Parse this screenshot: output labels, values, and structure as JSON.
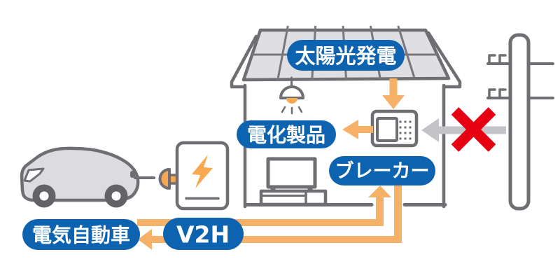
{
  "diagram": {
    "labels": {
      "solar": "太陽光発電",
      "appliances": "電化製品",
      "breaker": "ブレーカー",
      "ev": "電気自動車",
      "v2h": "V2H"
    },
    "colors": {
      "label_bg": "#0E63B0",
      "label_text": "#FFFFFF",
      "power_flow_orange": "#F6B169",
      "device_orange": "#F7A851",
      "outline_gray": "#6E6E73",
      "blocked_arrow_gray": "#C4C4C8",
      "blocked_cross_red": "#E60012"
    }
  }
}
